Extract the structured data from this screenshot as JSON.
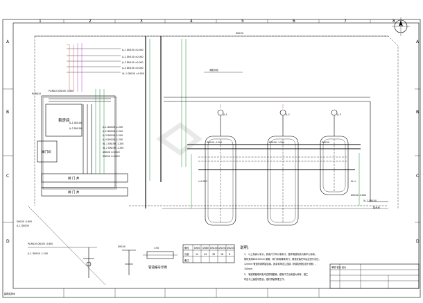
{
  "rooms": {
    "main_label": "泵房间",
    "side_label": "阀门间",
    "strip_1": "阀 门 井",
    "strip_2": "阀 门 井",
    "top_right": "消防水池",
    "right_area": "集水池"
  },
  "grid_labels": {
    "top": [
      "1",
      "2",
      "3",
      "4",
      "5",
      "6",
      "7",
      "8"
    ],
    "left": [
      "A",
      "B",
      "C",
      "D"
    ],
    "right": [
      "A",
      "B",
      "C",
      "D"
    ]
  },
  "detail_caption": "管道编号示例",
  "notes": {
    "heading": "说明:",
    "lines": [
      "1、 以上标高以米计，其余尺寸均以毫米计，图中管道标高为管中心标高。",
      "管材采用DN100mm 钢管，阀门采用铸铁阀门，管道安装完毕后应进行试压，",
      "120mm 管道采用焊接连接，其余采用法兰连接（防腐处理见设计说明）。",
      "150mm",
      "2、 管道穿越墙体处均应预埋套管，套管尺寸比管道大两号，施工",
      "时应与土建密切配合，做好预留预埋工作。"
    ]
  },
  "table": {
    "rows": [
      [
        "管径",
        "DN50",
        "DN80",
        "DN100",
        "DN150",
        "DN200"
      ],
      [
        "长度",
        "12",
        "24",
        "36",
        "18",
        "8"
      ],
      [
        "备注",
        "",
        "",
        "",
        "",
        ""
      ]
    ]
  },
  "pipe_tags": [
    "JL-1",
    "JL-2",
    "JL-3",
    "JL-4",
    "XL-1",
    "XL-2",
    "DN100",
    "DN150",
    "i=0.003",
    "-1.200",
    "-0.800",
    "±0.000"
  ],
  "title_block": {
    "left_label": "审核 校对 设计",
    "bottom_left": "建筑给排水"
  },
  "colors": {
    "line": "#000000",
    "green_pipe": "#1a8a3a",
    "red_pipe": "#c0392b",
    "magenta_pipe": "#a51fb0",
    "background": "#ffffff"
  }
}
